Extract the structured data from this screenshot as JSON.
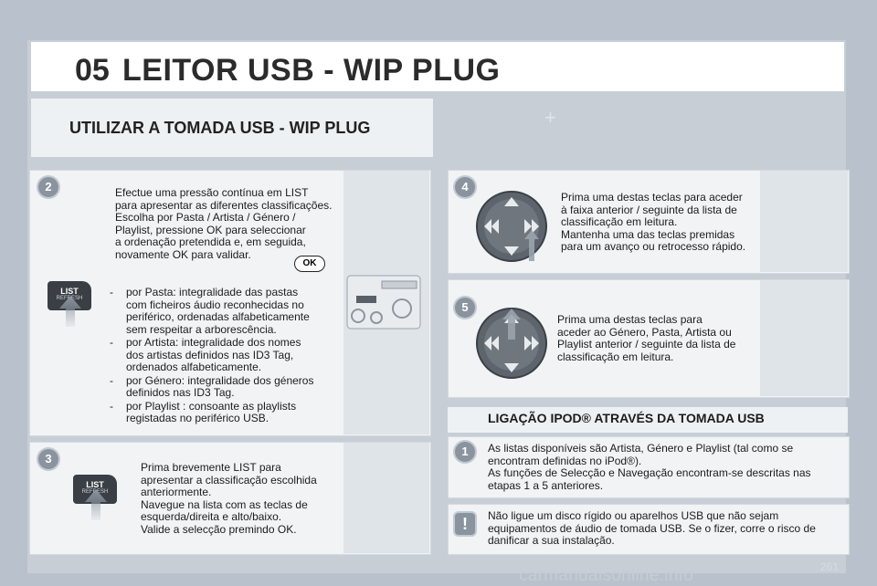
{
  "header": {
    "chapter": "05",
    "title": "LEITOR USB - WIP PLUG"
  },
  "subtitle": "UTILIZAR A TOMADA USB - WIP PLUG",
  "steps": {
    "s2": {
      "badge": "2",
      "intro": [
        "Efectue uma pressão contínua em LIST",
        "para apresentar as diferentes classificações.",
        "Escolha por Pasta / Artista / Género /",
        "Playlist, pressione OK para seleccionar",
        "a ordenação pretendida e, em seguida,",
        "novamente OK para validar."
      ],
      "ok_label": "OK",
      "list_button": {
        "label": "LIST",
        "sub": "REFRESH"
      },
      "bullets": [
        [
          "por Pasta: integralidade das pastas",
          "com ficheiros áudio reconhecidas no",
          "periférico, ordenadas alfabeticamente",
          "sem respeitar a arborescência."
        ],
        [
          "por Artista: integralidade dos nomes",
          "dos artistas definidos nas ID3 Tag,",
          "ordenados alfabeticamente."
        ],
        [
          "por Género: integralidade dos géneros",
          "definidos nas ID3 Tag."
        ],
        [
          "por Playlist : consoante as playlists",
          "registadas no periférico USB."
        ]
      ]
    },
    "s3": {
      "badge": "3",
      "list_button": {
        "label": "LIST",
        "sub": "REFRESH"
      },
      "text": [
        "Prima brevemente LIST para",
        "apresentar a classificação escolhida",
        "anteriormente.",
        "Navegue na lista com as teclas de",
        "esquerda/direita e alto/baixo.",
        "Valide a selecção premindo OK."
      ]
    },
    "s4": {
      "badge": "4",
      "text": [
        "Prima uma destas teclas para aceder",
        "à faixa anterior / seguinte da lista de",
        "classificação em leitura.",
        "Mantenha uma das teclas premidas",
        "para um avanço ou retrocesso rápido."
      ]
    },
    "s5": {
      "badge": "5",
      "text": [
        "Prima uma destas teclas para",
        "aceder ao Género, Pasta, Artista ou",
        "Playlist anterior / seguinte da lista de",
        "classificação em leitura."
      ]
    }
  },
  "ipod": {
    "heading": "LIGAÇÃO IPOD® ATRAVÉS DA TOMADA USB",
    "badge": "1",
    "text": [
      "As listas disponíveis são Artista, Género e Playlist (tal como se",
      "encontram definidas no iPod®).",
      "As funções de Selecção e Navegação encontram-se descritas nas",
      "etapas 1 a 5 anteriores."
    ]
  },
  "warning": {
    "badge": "!",
    "text": [
      "Não ligue um disco rígido ou aparelhos USB que não sejam",
      "equipamentos de áudio de tomada USB. Se o fizer, corre o risco de",
      "danificar a sua instalação."
    ]
  },
  "page_number": "261",
  "watermark": "carmanualsonline.info",
  "colors": {
    "badge": "#8a949e",
    "panel": "#f1f3f5",
    "background": "#b9c2cc"
  }
}
